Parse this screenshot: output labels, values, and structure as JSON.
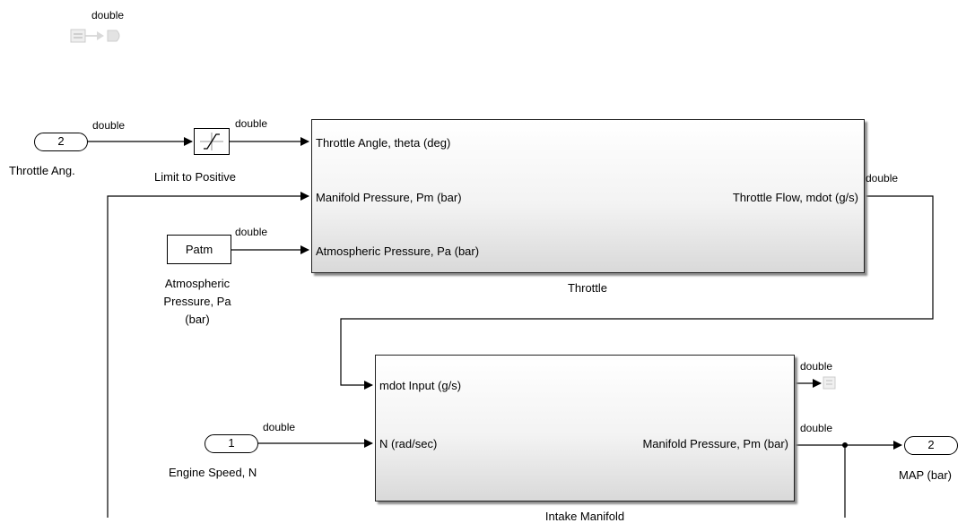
{
  "top_signal": {
    "dtype": "double"
  },
  "inports": [
    {
      "number": "2",
      "name": "Throttle Ang.",
      "dtype": "double"
    },
    {
      "number": "1",
      "name": "Engine Speed, N",
      "dtype": "double"
    }
  ],
  "saturation": {
    "name": "Limit to Positive",
    "dtype": "double"
  },
  "constant": {
    "value": "Patm",
    "name_lines": [
      "Atmospheric",
      "Pressure, Pa",
      "(bar)"
    ],
    "dtype": "double"
  },
  "throttle": {
    "name": "Throttle",
    "inputs": [
      "Throttle Angle, theta (deg)",
      "Manifold Pressure, Pm (bar)",
      "Atmospheric Pressure, Pa (bar)"
    ],
    "output": "Throttle  Flow, mdot  (g/s)",
    "output_dtype": "double"
  },
  "intake": {
    "name": "Intake Manifold",
    "inputs": [
      "mdot Input  (g/s)",
      "N (rad/sec)"
    ],
    "output": "Manifold Pressure, Pm (bar)",
    "term_dtype": "double",
    "output_dtype": "double"
  },
  "outport": {
    "number": "2",
    "name": "MAP (bar)"
  }
}
